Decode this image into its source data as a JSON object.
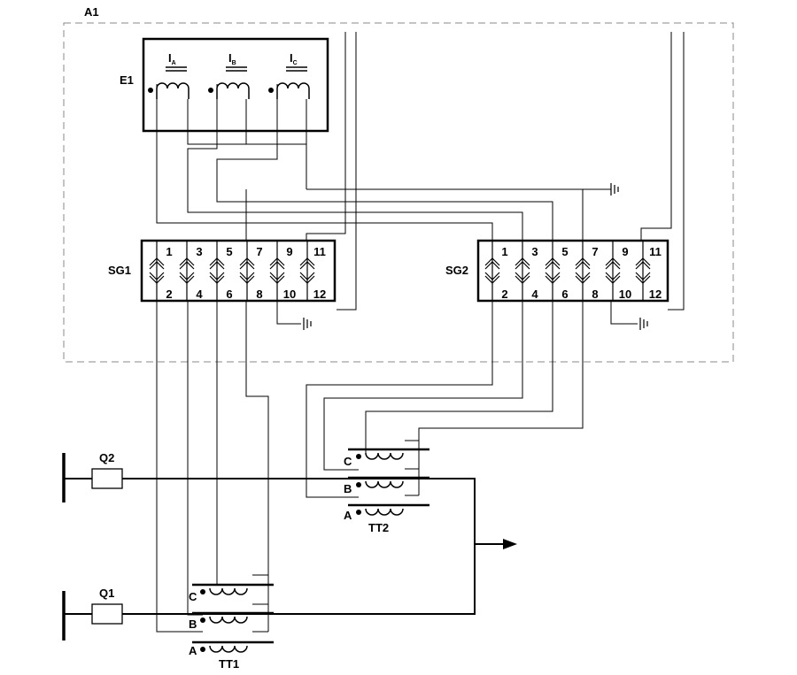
{
  "enclosure": {
    "label": "A1"
  },
  "relay": {
    "label": "E1",
    "inputs": [
      {
        "main": "I",
        "sub": "A"
      },
      {
        "main": "I",
        "sub": "B"
      },
      {
        "main": "I",
        "sub": "C"
      }
    ]
  },
  "terminal_blocks": [
    {
      "label": "SG1",
      "top_terminals": [
        "1",
        "3",
        "5",
        "7",
        "9",
        "11"
      ],
      "bottom_terminals": [
        "2",
        "4",
        "6",
        "8",
        "10",
        "12"
      ]
    },
    {
      "label": "SG2",
      "top_terminals": [
        "1",
        "3",
        "5",
        "7",
        "9",
        "11"
      ],
      "bottom_terminals": [
        "2",
        "4",
        "6",
        "8",
        "10",
        "12"
      ]
    }
  ],
  "breakers": [
    {
      "label": "Q2"
    },
    {
      "label": "Q1"
    }
  ],
  "current_transformers": [
    {
      "label": "TT2",
      "phases": [
        "C",
        "B",
        "A"
      ]
    },
    {
      "label": "TT1",
      "phases": [
        "C",
        "B",
        "A"
      ]
    }
  ]
}
